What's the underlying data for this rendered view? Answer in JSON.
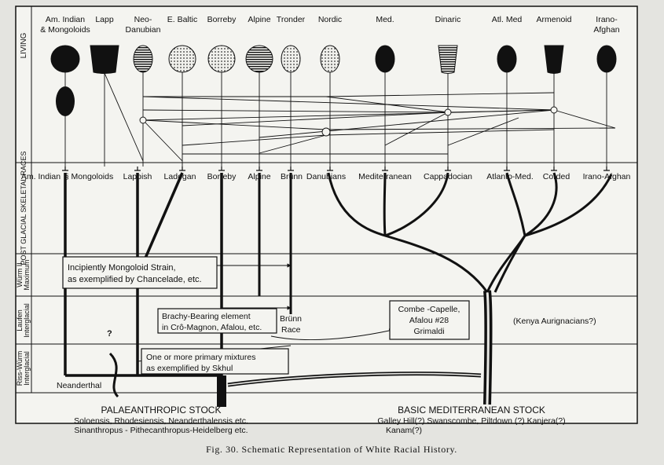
{
  "period_labels": {
    "living": "LIVING",
    "post_glacial": "POST GLACIAL SKELETAL RACES",
    "wurm2_a": "Würm II",
    "wurm2_b": "Maximum",
    "laufen_a": "Laufen",
    "laufen_b": "Interglacial",
    "riss_a": "Riss-Würm",
    "riss_b": "Interglacial"
  },
  "living_races": [
    {
      "label": "Am. Indian",
      "label2": "& Mongoloids",
      "shade": "black"
    },
    {
      "label": "Lapp",
      "label2": "",
      "shade": "black"
    },
    {
      "label": "Neo-",
      "label2": "Danubian",
      "shade": "lined"
    },
    {
      "label": "E. Baltic",
      "label2": "",
      "shade": "dotted"
    },
    {
      "label": "Borreby",
      "label2": "",
      "shade": "dotted"
    },
    {
      "label": "Alpine",
      "label2": "",
      "shade": "lined"
    },
    {
      "label": "Tronder",
      "label2": "",
      "shade": "dotted"
    },
    {
      "label": "Nordic",
      "label2": "",
      "shade": "dotted"
    },
    {
      "label": "Med.",
      "label2": "",
      "shade": "black"
    },
    {
      "label": "Dinaric",
      "label2": "",
      "shade": "lined"
    },
    {
      "label": "Atl. Med",
      "label2": "",
      "shade": "black"
    },
    {
      "label": "Armenoid",
      "label2": "",
      "shade": "black"
    },
    {
      "label": "Irano-",
      "label2": "Afghan",
      "shade": "black"
    }
  ],
  "skeletal_races": [
    "Am. Indian",
    "Mongoloids",
    "Lappish",
    "Ladogan",
    "Borreby",
    "Alpine",
    "Brünn",
    "Danubians",
    "Mediterranean",
    "Cappadocian",
    "Atlanto-Med.",
    "Corded",
    "Irano-Afghan"
  ],
  "boxes": {
    "mongoloid_1": "Incipiently Mongoloid Strain,",
    "mongoloid_2": "as exemplified by Chancelade, etc.",
    "brachy_1": "Brachy-Bearing element",
    "brachy_2": "in Crô-Magnon, Afalou, etc.",
    "brunn_1": "Brünn",
    "brunn_2": "Race",
    "combe_1": "Combe -Capelle,",
    "combe_2": "Afalou #28",
    "combe_3": "Grimaldi",
    "kenya": "(Kenya Aurignacians?)",
    "mixture_1": "One or more primary mixtures",
    "mixture_2": "as exemplified by Skhul",
    "question": "?",
    "neanderthal": "Neanderthal"
  },
  "stocks": {
    "palae_title": "PALAEANTHROPIC STOCK",
    "palae_1": "Soloensis, Rhodesiensis, Neanderthalensis etc.",
    "palae_2": "Sinanthropus - Pithecanthropus-Heidelberg etc.",
    "med_title": "BASIC MEDITERRANEAN STOCK",
    "med_1": "Galley Hill(?) Swanscombe, Piltdown (?) Kanjera(?)",
    "med_2": "Kanam(?)"
  },
  "caption": "Fig. 30. Schematic Representation of White Racial History."
}
